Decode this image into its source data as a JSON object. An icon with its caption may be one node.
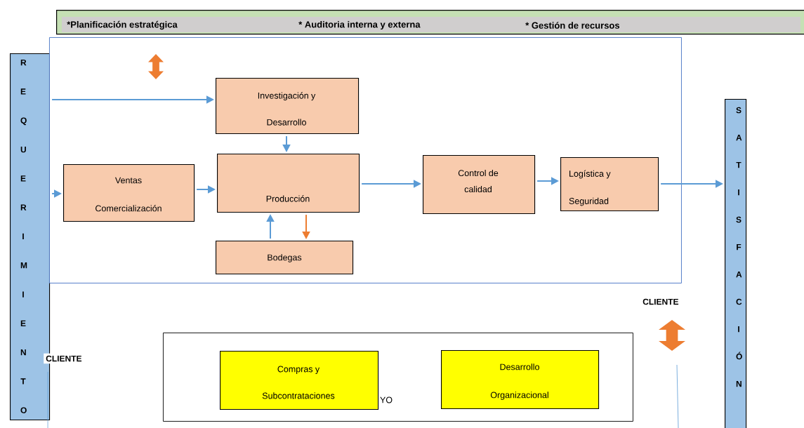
{
  "diagram": {
    "nodes": [
      {
        "text": [
          "*Planificación estratégica",
          "* Auditoria interna y externa",
          "* Gestión de recursos"
        ]
      },
      {
        "text": [
          "R E Q U E R I M I E N T O"
        ],
        "beside": [
          "CLIENTE"
        ]
      },
      {
        "text": [],
        "shape": "box"
      },
      {
        "text": [
          "Investigación y Desarrollo"
        ],
        "in": 2
      },
      {
        "text": [
          "Ventas Comercialización"
        ],
        "in": 2
      },
      {
        "text": [
          "Producción"
        ],
        "in": 2
      },
      {
        "text": [
          "Control de calidad"
        ],
        "in": 2
      },
      {
        "text": [
          "Logística y Seguridad"
        ],
        "in": 2
      },
      {
        "text": [
          "Bodegas"
        ],
        "in": 2
      },
      {
        "text": [
          "YO"
        ]
      },
      {
        "text": [
          "Compras y Subcontrataciones"
        ],
        "in": 9
      },
      {
        "text": [
          "Desarrollo Organizacional"
        ],
        "in": 9
      },
      {
        "text": [
          "S A T I S F A C I Ó N"
        ]
      }
    ],
    "edges": [
      {
        "from": 1,
        "to": 3,
        "arrow": "to"
      },
      {
        "from": 1,
        "to": 4,
        "arrow": "to"
      },
      {
        "from": 4,
        "to": 5,
        "arrow": "to"
      },
      {
        "from": 3,
        "to": 5,
        "arrow": "to"
      },
      {
        "from": 8,
        "to": 5,
        "arrow": "to"
      },
      {
        "from": 5,
        "to": 8,
        "arrow": "to",
        "color": "#ed7d31"
      },
      {
        "from": 5,
        "to": 6,
        "arrow": "to"
      },
      {
        "from": 6,
        "to": 7,
        "arrow": "to"
      },
      {
        "from": 7,
        "to": 12,
        "arrow": "to"
      }
    ],
    "labels": [
      "CLIENTE"
    ]
  }
}
